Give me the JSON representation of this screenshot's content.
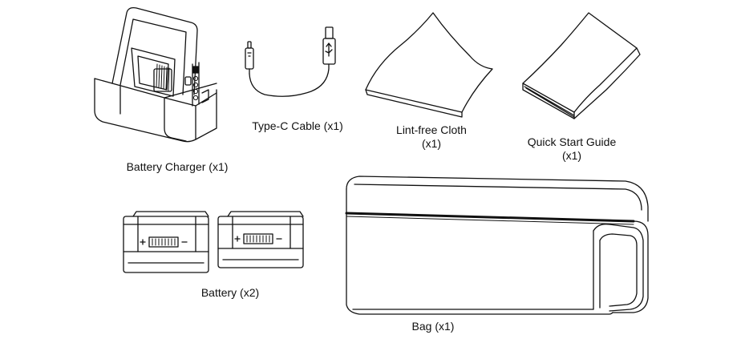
{
  "items": {
    "battery_charger": {
      "label": "Battery Charger  (x1)"
    },
    "type_c_cable": {
      "label": "Type-C Cable (x1)"
    },
    "lint_free_cloth": {
      "line1": "Lint-free Cloth",
      "line2": "(x1)"
    },
    "quick_start_guide": {
      "line1": "Quick Start Guide",
      "line2": "(x1)"
    },
    "battery": {
      "label": "Battery  (x2)"
    },
    "bag": {
      "label": "Bag (x1)"
    }
  },
  "colors": {
    "line": "#111111",
    "background": "#ffffff"
  }
}
